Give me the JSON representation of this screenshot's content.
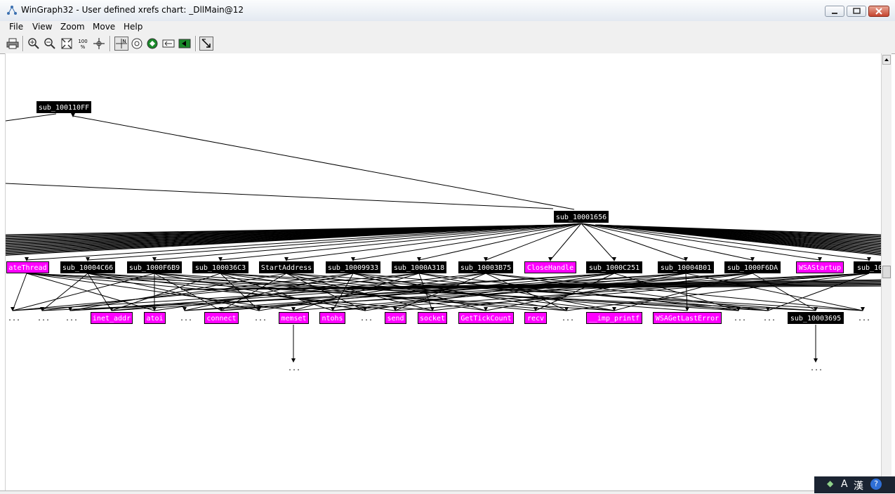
{
  "window": {
    "title": "WinGraph32 - User defined xrefs chart: _DllMain@12",
    "controls": [
      "minimize",
      "maximize",
      "close"
    ]
  },
  "menu": [
    "File",
    "View",
    "Zoom",
    "Move",
    "Help"
  ],
  "toolbar": {
    "buttons": [
      {
        "name": "print-icon"
      },
      {
        "name": "zoom-in-icon"
      },
      {
        "name": "zoom-out-icon"
      },
      {
        "name": "fit-window-icon"
      },
      {
        "name": "zoom-100-icon",
        "label": "100"
      },
      {
        "name": "center-icon"
      },
      {
        "name": "follow-edge-icon",
        "label": "N"
      },
      {
        "name": "graph-view-icon"
      },
      {
        "name": "node-info-icon"
      },
      {
        "name": "layout-icon"
      },
      {
        "name": "animate-icon"
      },
      {
        "name": "pointer-tool-icon"
      }
    ]
  },
  "graph": {
    "top_node": "sub_100110FF",
    "center_node": "sub_10001656",
    "level2": [
      {
        "label": "ateThread",
        "color": "magenta"
      },
      {
        "label": "sub_10004C66",
        "color": "black"
      },
      {
        "label": "sub_1000F6B9",
        "color": "black"
      },
      {
        "label": "sub_100036C3",
        "color": "black"
      },
      {
        "label": "StartAddress",
        "color": "black"
      },
      {
        "label": "sub_10009933",
        "color": "black"
      },
      {
        "label": "sub_1000A318",
        "color": "black"
      },
      {
        "label": "sub_10003B75",
        "color": "black"
      },
      {
        "label": "CloseHandle",
        "color": "magenta"
      },
      {
        "label": "sub_1000C251",
        "color": "black"
      },
      {
        "label": "sub_10004B01",
        "color": "black"
      },
      {
        "label": "sub_1000F6DA",
        "color": "black"
      },
      {
        "label": "WSAStartup",
        "color": "magenta"
      },
      {
        "label": "sub_10",
        "color": "black"
      }
    ],
    "level3": [
      {
        "label": "...",
        "kind": "ellipsis"
      },
      {
        "label": "...",
        "kind": "ellipsis"
      },
      {
        "label": "...",
        "kind": "ellipsis"
      },
      {
        "label": "inet_addr",
        "color": "magenta"
      },
      {
        "label": "atoi",
        "color": "magenta"
      },
      {
        "label": "...",
        "kind": "ellipsis"
      },
      {
        "label": "connect",
        "color": "magenta"
      },
      {
        "label": "...",
        "kind": "ellipsis"
      },
      {
        "label": "memset",
        "color": "magenta"
      },
      {
        "label": "ntohs",
        "color": "magenta"
      },
      {
        "label": "...",
        "kind": "ellipsis"
      },
      {
        "label": "send",
        "color": "magenta"
      },
      {
        "label": "socket",
        "color": "magenta"
      },
      {
        "label": "GetTickCount",
        "color": "magenta"
      },
      {
        "label": "recv",
        "color": "magenta"
      },
      {
        "label": "...",
        "kind": "ellipsis"
      },
      {
        "label": "__imp_printf",
        "color": "magenta"
      },
      {
        "label": "WSAGetLastError",
        "color": "magenta"
      },
      {
        "label": "...",
        "kind": "ellipsis"
      },
      {
        "label": "...",
        "kind": "ellipsis"
      },
      {
        "label": "sub_10003695",
        "color": "black"
      },
      {
        "label": "...",
        "kind": "ellipsis"
      }
    ],
    "level4": [
      "...",
      "..."
    ]
  },
  "tray": {
    "ime_label": "A",
    "hanja_label": "漢",
    "help_label": "?"
  },
  "colors": {
    "node_black": "#000000",
    "node_magenta": "#ff00ff",
    "canvas": "#ffffff"
  }
}
